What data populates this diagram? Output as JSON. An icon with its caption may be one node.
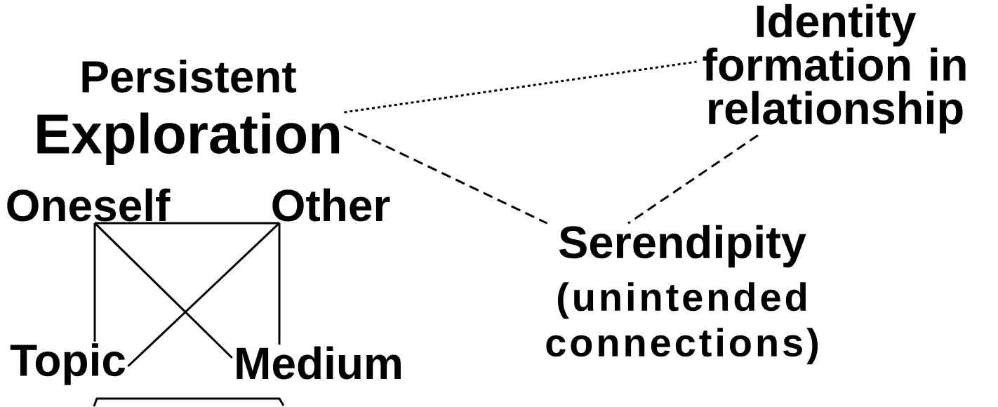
{
  "diagram": {
    "nodes": [
      {
        "text": [
          "Persistent",
          "Exploration"
        ]
      },
      {
        "text": [
          "Identity formation in relationship"
        ]
      },
      {
        "text": [
          "Serendipity",
          "(unintended connections)"
        ]
      },
      {
        "text": [
          "Oneself"
        ]
      },
      {
        "text": [
          "Other"
        ]
      },
      {
        "text": [
          "Topic"
        ]
      },
      {
        "text": [
          "Medium"
        ]
      }
    ],
    "edges": [
      {
        "from": 0,
        "to": 1,
        "arrow": "none",
        "style": "dashed"
      },
      {
        "from": 0,
        "to": 2,
        "arrow": "none",
        "style": "dashed"
      },
      {
        "from": 1,
        "to": 2,
        "arrow": "none",
        "style": "dashed"
      },
      {
        "from": 3,
        "to": 4,
        "arrow": "none"
      },
      {
        "from": 3,
        "to": 5,
        "arrow": "none"
      },
      {
        "from": 4,
        "to": 6,
        "arrow": "none"
      },
      {
        "from": 3,
        "to": 6,
        "arrow": "none"
      },
      {
        "from": 4,
        "to": 5,
        "arrow": "none"
      }
    ]
  }
}
